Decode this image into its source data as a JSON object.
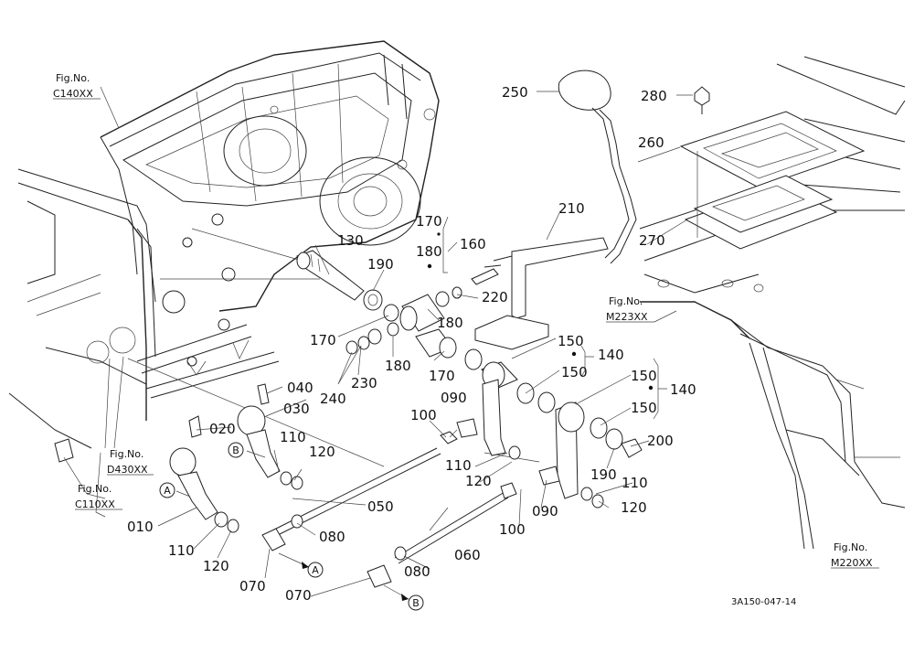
{
  "figure_refs": {
    "c140": {
      "label": "Fig.No.",
      "code": "C140XX"
    },
    "m223": {
      "label": "Fig.No.",
      "code": "M223XX"
    },
    "d430": {
      "label": "Fig.No.",
      "code": "D430XX"
    },
    "c110": {
      "label": "Fig.No.",
      "code": "C110XX"
    },
    "m220": {
      "label": "Fig.No.",
      "code": "M220XX"
    }
  },
  "parts": {
    "p010": "010",
    "p020": "020",
    "p030": "030",
    "p040": "040",
    "p050": "050",
    "p060": "060",
    "p070a": "070",
    "p070b": "070",
    "p080a": "080",
    "p080b": "080",
    "p090a": "090",
    "p090b": "090",
    "p100a": "100",
    "p100b": "100",
    "p110a": "110",
    "p110b": "110",
    "p110c": "110",
    "p110d": "110",
    "p120a": "120",
    "p120b": "120",
    "p120c": "120",
    "p120d": "120",
    "p130": "130",
    "p140a": "140",
    "p140b": "140",
    "p150a": "150",
    "p150b": "150",
    "p150c": "150",
    "p150d": "150",
    "p160": "160",
    "p170a": "170",
    "p170b": "170",
    "p170c": "170",
    "p180a": "180",
    "p180b": "180",
    "p180c": "180",
    "p190a": "190",
    "p190b": "190",
    "p200": "200",
    "p210": "210",
    "p220": "220",
    "p230": "230",
    "p240": "240",
    "p250": "250",
    "p260": "260",
    "p270": "270",
    "p280": "280"
  },
  "markers": {
    "a1": "A",
    "a2": "A",
    "b1": "B",
    "b2": "B"
  },
  "drawing_code": "3A150-047-14"
}
